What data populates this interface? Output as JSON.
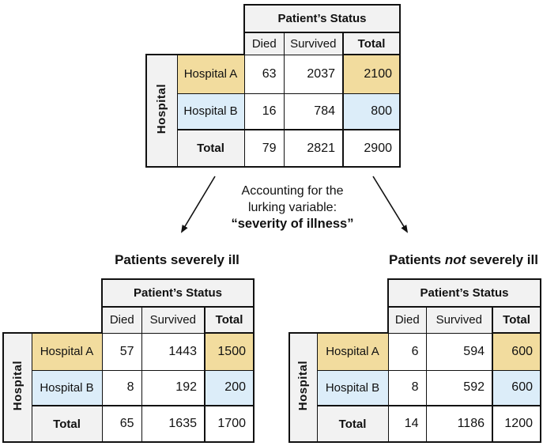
{
  "colors": {
    "tan": "#F2DC9E",
    "blue": "#DCEDF9",
    "header_gray": "#F2F2F2",
    "border": "#111111"
  },
  "annotation": {
    "line1": "Accounting for the",
    "line2": "lurking variable:",
    "line3": "“severity of illness”"
  },
  "tables": {
    "combined": {
      "axis_label": "Hospital",
      "status_header": "Patient’s Status",
      "col_headers": [
        "Died",
        "Survived",
        "Total"
      ],
      "rows": [
        {
          "label": "Hospital A",
          "values": [
            63,
            2037,
            2100
          ]
        },
        {
          "label": "Hospital B",
          "values": [
            16,
            784,
            800
          ]
        },
        {
          "label": "Total",
          "values": [
            79,
            2821,
            2900
          ]
        }
      ]
    },
    "severe": {
      "title": "Patients severely ill",
      "axis_label": "Hospital",
      "status_header": "Patient’s Status",
      "col_headers": [
        "Died",
        "Survived",
        "Total"
      ],
      "rows": [
        {
          "label": "Hospital A",
          "values": [
            57,
            1443,
            1500
          ]
        },
        {
          "label": "Hospital B",
          "values": [
            8,
            192,
            200
          ]
        },
        {
          "label": "Total",
          "values": [
            65,
            1635,
            1700
          ]
        }
      ]
    },
    "not_severe": {
      "title": {
        "prefix": "Patients ",
        "emph": "not",
        "suffix": " severely ill"
      },
      "axis_label": "Hospital",
      "status_header": "Patient’s Status",
      "col_headers": [
        "Died",
        "Survived",
        "Total"
      ],
      "rows": [
        {
          "label": "Hospital A",
          "values": [
            6,
            594,
            600
          ]
        },
        {
          "label": "Hospital B",
          "values": [
            8,
            592,
            600
          ]
        },
        {
          "label": "Total",
          "values": [
            14,
            1186,
            1200
          ]
        }
      ]
    }
  }
}
